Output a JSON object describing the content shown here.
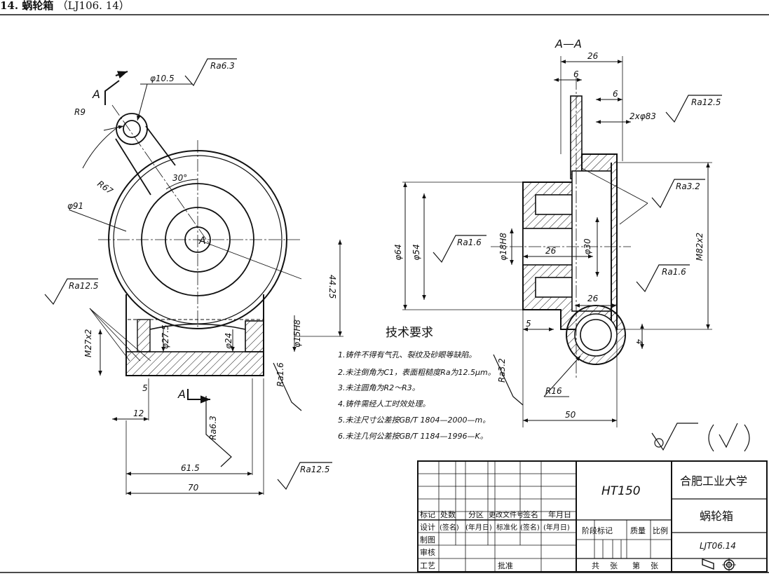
{
  "header": {
    "title": "14. 蜗轮箱",
    "code": "（LJ106. 14）"
  },
  "views": {
    "section_label": "A—A",
    "section_marker": "A",
    "center_label": "A"
  },
  "dimensions": {
    "d10_5": "φ10.5",
    "r9": "R9",
    "r67": "R67",
    "angle30": "30°",
    "d91": "φ91",
    "h44_25": "44.25",
    "d15h8": "φ15H8",
    "d24": "φ24",
    "d27_5": "φ27.5",
    "m27x2": "M27x2",
    "l5": "5",
    "l12": "12",
    "l61_5": "61.5",
    "l70": "70",
    "s26_top": "26",
    "s6_a": "6",
    "s6_b": "6",
    "s2x83": "2xφ83",
    "s64": "φ64",
    "s54": "φ54",
    "s18h8": "φ18H8",
    "s26_mid": "26",
    "s30": "φ30",
    "sm82": "M82x2",
    "s26_low": "26",
    "s5": "5",
    "s4": "4",
    "sr16": "R16",
    "s50": "50"
  },
  "roughness": {
    "ra6_3_top": "Ra6.3",
    "ra12_5_left": "Ra12.5",
    "ra1_6_vert": "Ra1.6",
    "ra6_3_bottom": "Ra6.3",
    "ra12_5_bottom": "Ra12.5",
    "ra12_5_right": "Ra12.5",
    "ra3_2_right": "Ra3.2",
    "ra1_6_mid": "Ra1.6",
    "ra1_6_right": "Ra1.6",
    "ra3_2_vert": "Ra3.2"
  },
  "tech_requirements": {
    "heading": "技术要求",
    "items": [
      "1.铸件不得有气孔、裂纹及砂眼等缺陷。",
      "2.未注倒角为C1，表面粗糙度Ra为12.5μm。",
      "3.未注圆角为R2～R3。",
      "4.铸件需经人工时效处理。",
      "5.未注尺寸公差按GB/T 1804—2000—m。",
      "6.未注几何公差按GB/T 1184—1996—K。"
    ]
  },
  "title_block": {
    "row_labels": [
      "标记",
      "处数",
      "分区",
      "更改文件号",
      "签名",
      "年月日"
    ],
    "design_row": [
      "设计",
      "(签名)",
      "(年月日)",
      "标准化",
      "(签名)",
      "(年月日)"
    ],
    "side_labels": [
      "制图",
      "审核",
      "工艺"
    ],
    "approve": "批准",
    "material": "HT150",
    "stage_mark": "阶段标记",
    "weight": "质量",
    "scale": "比例",
    "total": "共",
    "sheets": "张",
    "sheet_no": "第",
    "sheet_unit": "张",
    "company": "合肥工业大学",
    "part_name": "蜗轮箱",
    "drawing_no": "LJT06.14"
  }
}
